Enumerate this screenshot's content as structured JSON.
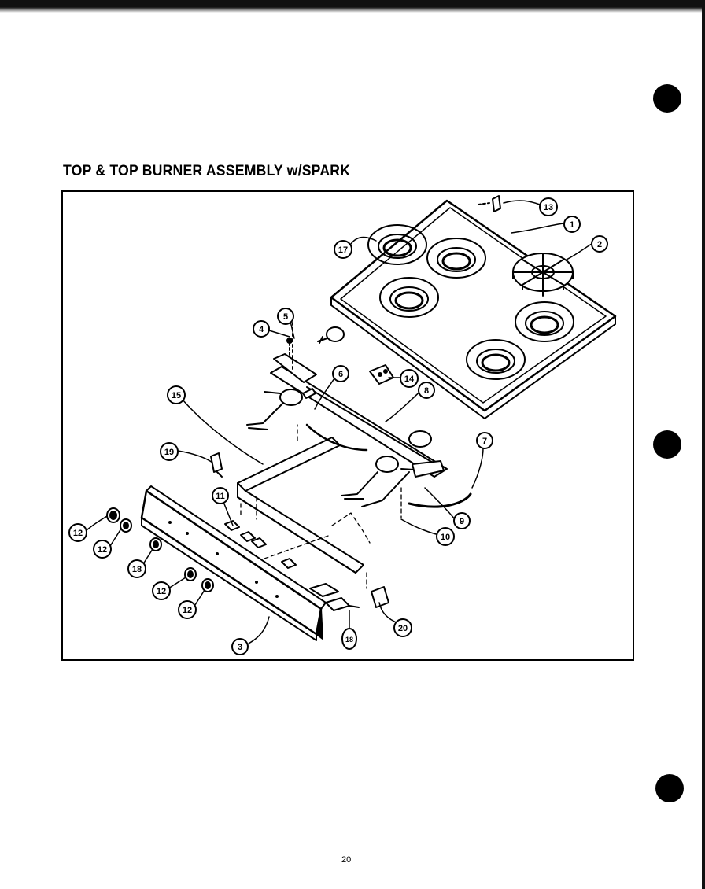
{
  "title": "TOP & TOP BURNER ASSEMBLY w/SPARK",
  "page_number": "20",
  "callouts": [
    {
      "id": "c13",
      "label": "13"
    },
    {
      "id": "c1",
      "label": "1"
    },
    {
      "id": "c2",
      "label": "2"
    },
    {
      "id": "c17",
      "label": "17"
    },
    {
      "id": "c4",
      "label": "4"
    },
    {
      "id": "c5",
      "label": "5"
    },
    {
      "id": "c6",
      "label": "6"
    },
    {
      "id": "c14",
      "label": "14"
    },
    {
      "id": "c8",
      "label": "8"
    },
    {
      "id": "c15",
      "label": "15"
    },
    {
      "id": "c7",
      "label": "7"
    },
    {
      "id": "c19",
      "label": "19"
    },
    {
      "id": "c11",
      "label": "11"
    },
    {
      "id": "c9",
      "label": "9"
    },
    {
      "id": "c10",
      "label": "10"
    },
    {
      "id": "c12a",
      "label": "12"
    },
    {
      "id": "c12b",
      "label": "12"
    },
    {
      "id": "c18a",
      "label": "18"
    },
    {
      "id": "c12c",
      "label": "12"
    },
    {
      "id": "c12d",
      "label": "12"
    },
    {
      "id": "c3",
      "label": "3"
    },
    {
      "id": "c18b",
      "label": "18"
    },
    {
      "id": "c20",
      "label": "20"
    }
  ]
}
